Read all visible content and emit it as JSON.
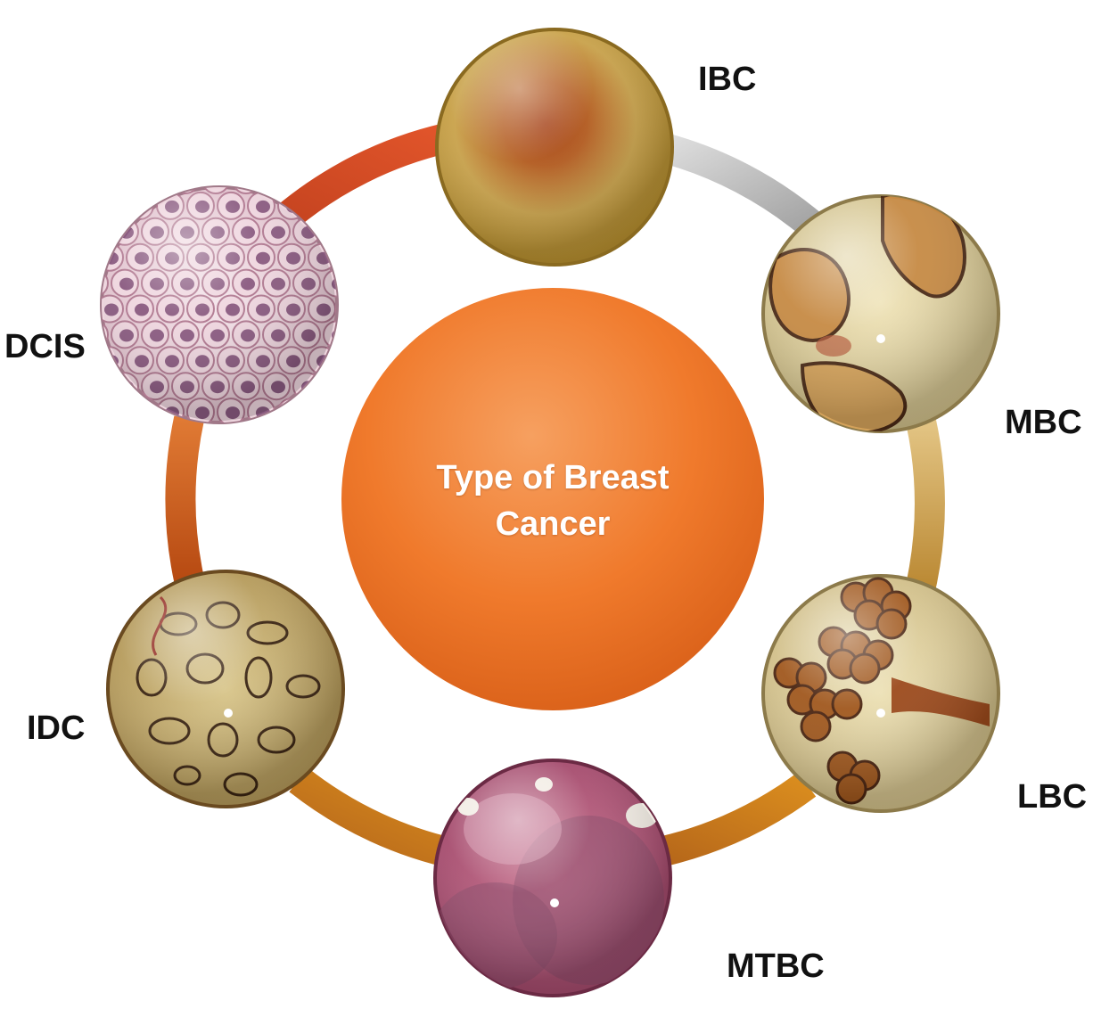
{
  "center": {
    "title_line1": "Type of Breast",
    "title_line2": "Cancer"
  },
  "types": [
    {
      "label": "IBC",
      "texture": "diffuse-stain"
    },
    {
      "label": "MBC",
      "texture": "mucinous-pools"
    },
    {
      "label": "LBC",
      "texture": "lobular-clusters"
    },
    {
      "label": "MTBC",
      "texture": "h-and-e-tissue"
    },
    {
      "label": "IDC",
      "texture": "invasive-ductal"
    },
    {
      "label": "DCIS",
      "texture": "cell-field"
    }
  ],
  "colors": {
    "center_fill": "#f07a2c",
    "ring_gray": "#bdbdbd",
    "ring_tan": "#c9a24d",
    "ring_orange": "#cc5a1c",
    "ring_red": "#d4461a"
  }
}
